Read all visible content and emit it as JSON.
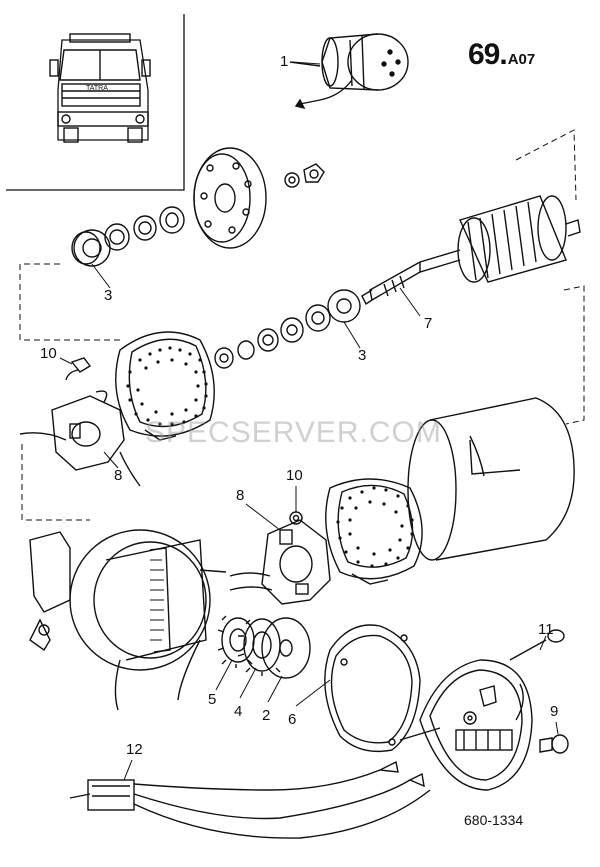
{
  "sheet": {
    "number": "69",
    "suffix": "A07",
    "drawing_no": "680-1334",
    "watermark": "SPECSERVER.COM"
  },
  "truck_grille_text": "TATRA",
  "callouts": [
    {
      "id": "c1",
      "text": "1"
    },
    {
      "id": "c3a",
      "text": "3"
    },
    {
      "id": "c7",
      "text": "7"
    },
    {
      "id": "c3b",
      "text": "3"
    },
    {
      "id": "c10a",
      "text": "10"
    },
    {
      "id": "c8a",
      "text": "8"
    },
    {
      "id": "c8b",
      "text": "8"
    },
    {
      "id": "c10b",
      "text": "10"
    },
    {
      "id": "c5",
      "text": "5"
    },
    {
      "id": "c4",
      "text": "4"
    },
    {
      "id": "c2",
      "text": "2"
    },
    {
      "id": "c6",
      "text": "6"
    },
    {
      "id": "c11",
      "text": "11"
    },
    {
      "id": "c9",
      "text": "9"
    },
    {
      "id": "c12",
      "text": "12"
    }
  ],
  "colors": {
    "ink": "#111111",
    "paper": "#ffffff",
    "watermark": "#969696"
  }
}
